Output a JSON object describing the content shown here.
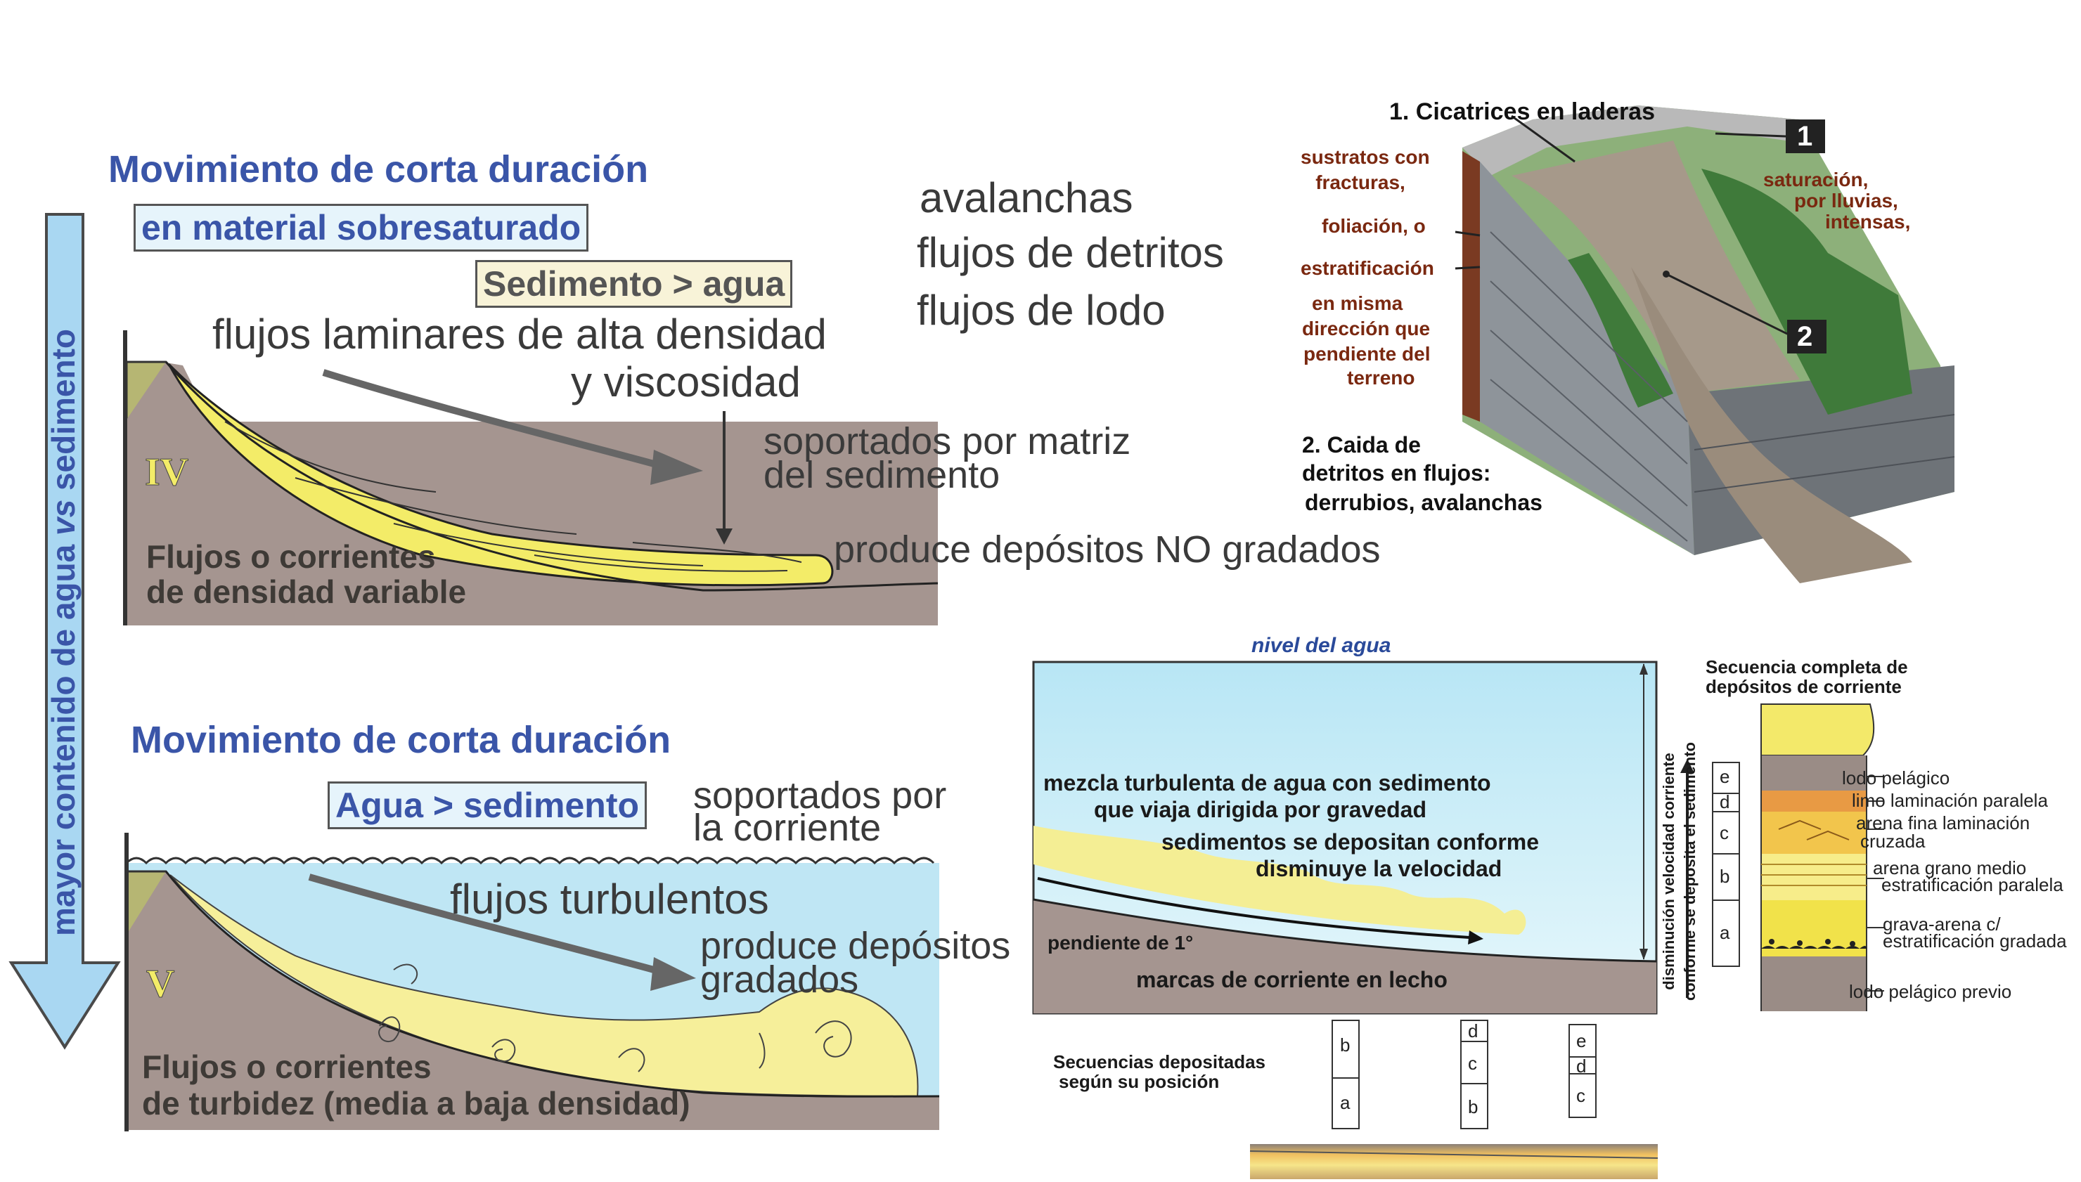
{
  "left_arrow": {
    "label_prefix": "mayor contenido de agua ",
    "label_italic": "vs",
    "label_suffix": " sedimento",
    "color": "#a9d7f2"
  },
  "panel_iv": {
    "title": "Movimiento de corta duración",
    "subtitle": "en material sobresaturado",
    "ratio": "Sedimento > agua",
    "flow_line1": "flujos laminares de alta densidad",
    "flow_line2": "y viscosidad",
    "support_line1": "soportados por matriz",
    "support_line2": "del sedimento",
    "deposit": "produce depósitos NO gradados",
    "roman": "IV",
    "caption_line1": "Flujos o corrientes",
    "caption_line2": "de densidad variable"
  },
  "types": [
    "avalanchas",
    "flujos de detritos",
    "flujos de lodo"
  ],
  "panel_v": {
    "title": "Movimiento de corta duración",
    "ratio": "Agua > sedimento",
    "support_line1": "soportados por",
    "support_line2": "la corriente",
    "flow": "flujos turbulentos",
    "deposit_line1": "produce depósitos",
    "deposit_line2": "gradados",
    "roman": "V",
    "caption_line1": "Flujos o corrientes",
    "caption_line2": "de turbidez (media a baja densidad)"
  },
  "landslide": {
    "label1": "1. Cicatrices en laderas",
    "left_notes": [
      "sustratos con",
      "fracturas,",
      "foliación, o",
      "estratificación",
      "en misma",
      "dirección que",
      "pendiente del",
      "terreno"
    ],
    "right_notes": [
      "saturación,",
      "por lluvias,",
      "intensas,"
    ],
    "label2_line1": "2. Caida de",
    "label2_line2": "detritos en flujos:",
    "label2_line3": "derrubios, avalanchas",
    "marker1": "1",
    "marker2": "2"
  },
  "turbidity": {
    "water_level": "nivel del agua",
    "text1": "mezcla turbulenta de agua con sedimento",
    "text2": "que viaja dirigida por gravedad",
    "text3": "sedimentos se depositan conforme",
    "text4": "disminuye la velocidad",
    "slope": "pendiente de 1°",
    "marks": "marcas de corriente en lecho",
    "vertical1": "disminución velocidad corriente",
    "vertical2": "conforme se deposita el sedimento",
    "seq_caption_line1": "Secuencias depositadas",
    "seq_caption_line2": "según su posición",
    "seq1": [
      "b",
      "a"
    ],
    "seq2": [
      "d",
      "c",
      "b"
    ],
    "seq3": [
      "e",
      "d",
      "c"
    ]
  },
  "bouma": {
    "title_line1": "Secuencia completa de",
    "title_line2": "depósitos de corriente",
    "letters": [
      "e",
      "d",
      "c",
      "b",
      "a"
    ],
    "labels": [
      "lodo pelágico",
      "limo laminación paralela",
      "arena fina laminación",
      "cruzada",
      "arena grano medio",
      "estratificación paralela",
      "grava-arena c/",
      "estratificación gradada",
      "lodo pelágico previo"
    ]
  }
}
